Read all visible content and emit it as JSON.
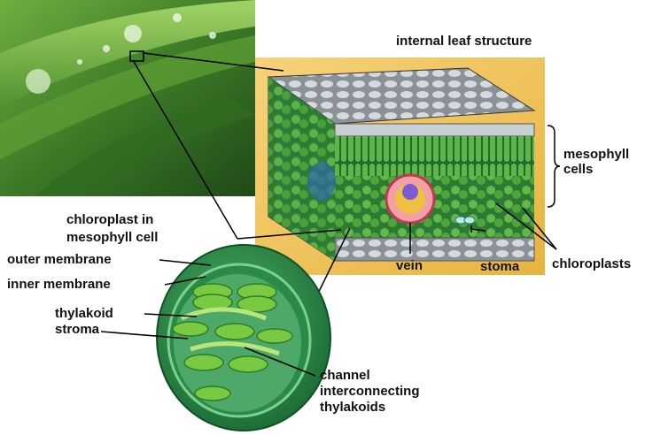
{
  "title": "internal leaf structure",
  "chloroplast_heading": "chloroplast in\nmesophyll cell",
  "labels": {
    "outer_membrane": "outer membrane",
    "inner_membrane": "inner membrane",
    "thylakoid": "thylakoid",
    "stroma": "stroma",
    "channel": "channel\ninterconnecting\nthylakoids",
    "mesophyll": "mesophyll\ncells",
    "vein": "vein",
    "stoma": "stoma",
    "chloroplasts": "chloroplasts"
  },
  "colors": {
    "leaf_green": "#3f8a2e",
    "chloroplast_green": "#2e8b46",
    "thylakoid_green": "#7ac943",
    "panel_bg": "#f2c45a",
    "text": "#111111"
  }
}
